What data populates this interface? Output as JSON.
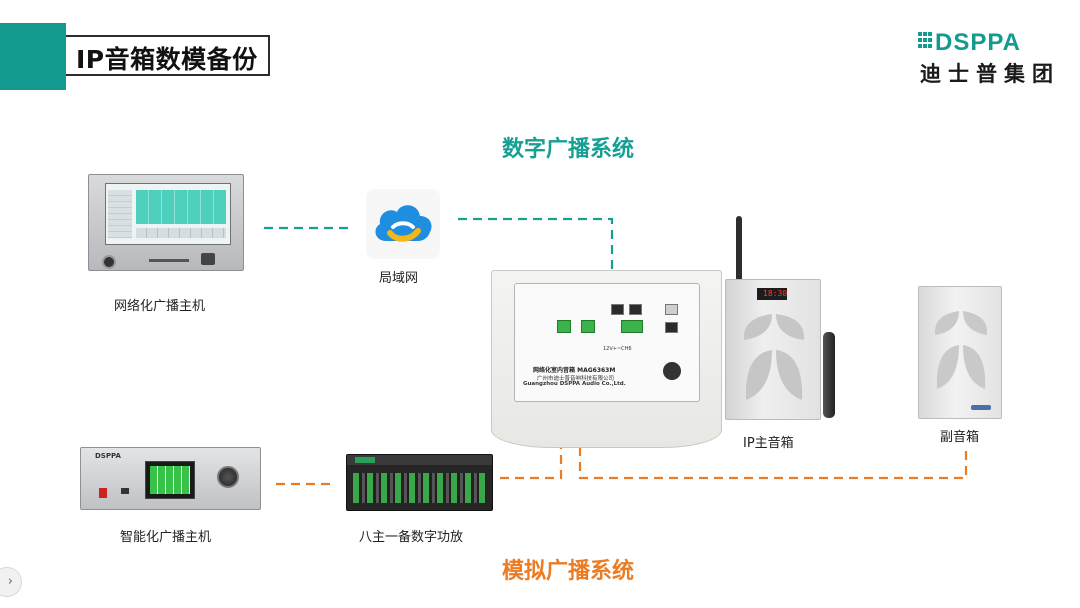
{
  "slide": {
    "title": "IP音箱数模备份",
    "logo_mark": "DSPPA",
    "logo_cn": "迪士普集团"
  },
  "sections": {
    "digital": "数字广播系统",
    "analog": "模拟广播系统"
  },
  "devices": {
    "network_host": "网络化广播主机",
    "lan": "局域网",
    "ip_main_speaker": "IP主音箱",
    "sub_speaker": "副音箱",
    "smart_host": "智能化广播主机",
    "amplifier": "八主一备数字功放"
  },
  "module_text": {
    "model_cn": "网络化室内音箱",
    "model": "MAG6363M",
    "company_cn": "广州市迪士普音响科技有限公司",
    "company_en": "Guangzhou DSPPA Audio Co.,Ltd."
  },
  "speaker_display": "18:30",
  "colors": {
    "digital_link": "#16a094",
    "analog_link": "#ec7c23",
    "accent_bar": "#139b8f"
  },
  "icons": {
    "lan": "cloud-icon",
    "nav": "chevron-right-icon"
  }
}
